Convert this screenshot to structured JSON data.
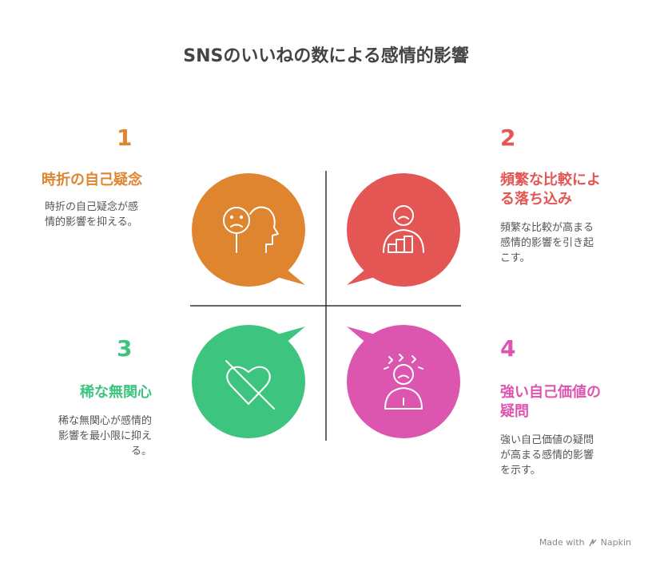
{
  "title": "SNSのいいねの数による感情的影響",
  "colors": {
    "q1": "#DF8530",
    "q2": "#E45654",
    "q3": "#3DC47E",
    "q4": "#DC55AF",
    "axis": "#333333"
  },
  "quadrants": [
    {
      "number": "1",
      "heading": "時折の自己疑念",
      "description_lines": [
        "時折の自己疑念が感",
        "情的影響を抑える。"
      ],
      "icon": "sad-face-head-icon"
    },
    {
      "number": "2",
      "heading_lines": [
        "頻繁な比較によ",
        "る落ち込み"
      ],
      "description_lines": [
        "頻繁な比較が高まる",
        "感情的影響を引き起",
        "こす。"
      ],
      "icon": "person-podium-icon"
    },
    {
      "number": "3",
      "heading": "稀な無関心",
      "description_lines": [
        "稀な無関心が感情的",
        "影響を最小限に抑え",
        "る。"
      ],
      "icon": "crossed-heart-icon"
    },
    {
      "number": "4",
      "heading_lines": [
        "強い自己価値の",
        "疑問"
      ],
      "description_lines": [
        "強い自己価値の疑問",
        "が高まる感情的影響",
        "を示す。"
      ],
      "icon": "stressed-person-icon"
    }
  ],
  "footer": {
    "made_with": "Made with",
    "brand": "Napkin"
  }
}
